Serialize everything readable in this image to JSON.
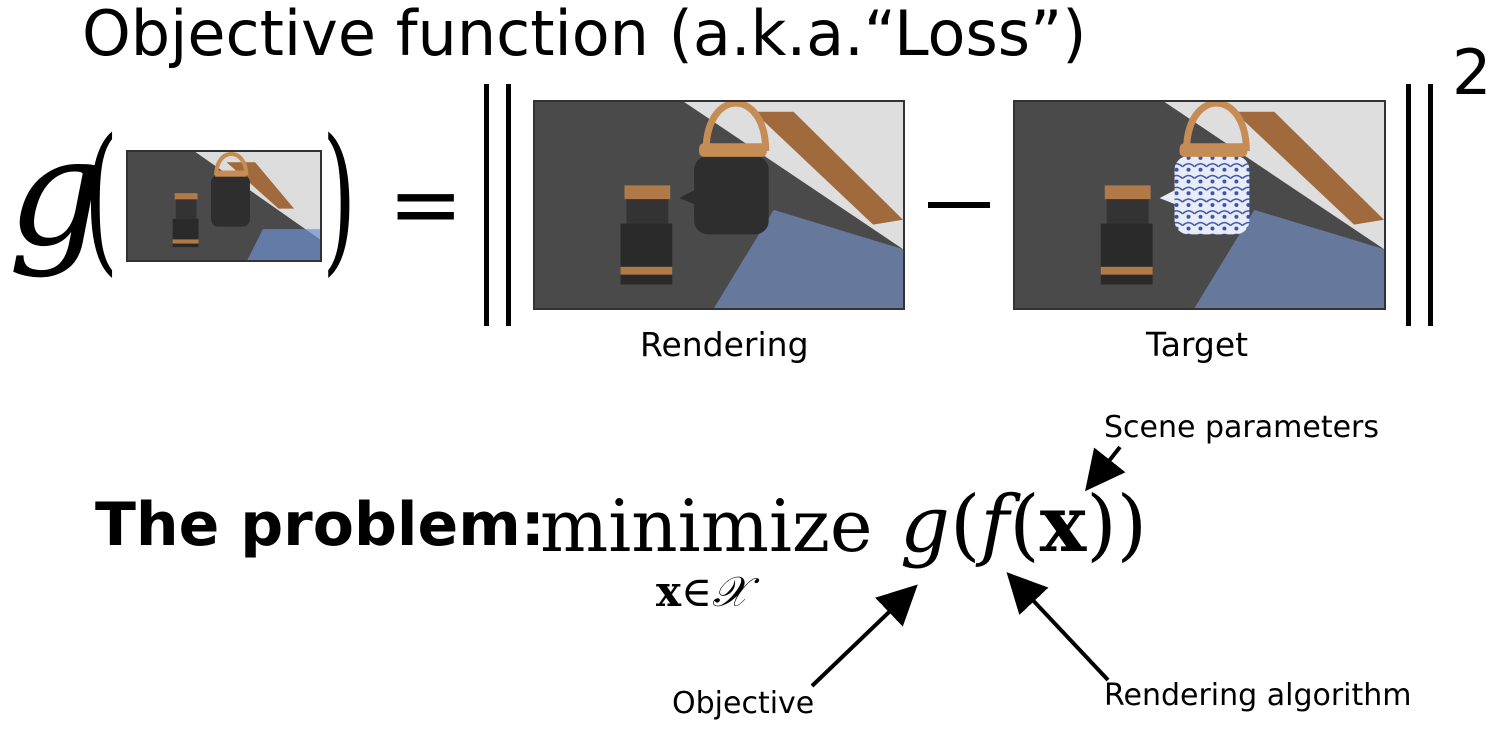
{
  "title": "Objective function (a.k.a.“Loss”)",
  "equation": {
    "g_symbol": "g",
    "left_paren": "(",
    "right_paren": ")",
    "equals": "=",
    "exponent": "2",
    "rendering_caption": "Rendering",
    "target_caption": "Target"
  },
  "problem": {
    "label": "The problem:",
    "minimize": "minimize",
    "subscript_x": "x",
    "subscript_in": "∈",
    "subscript_set": "𝒳",
    "expr_g": "g",
    "expr_f": "f",
    "expr_x": "x",
    "open_paren": "(",
    "close_paren": ")"
  },
  "annotations": {
    "scene_parameters": "Scene parameters",
    "objective": "Objective",
    "rendering_algorithm": "Rendering algorithm"
  },
  "colors": {
    "table": "#4a4a4a",
    "wall": "#dedede",
    "highlight": "#7e9fe0",
    "wood": "#b07a48",
    "pot_dark": "#2e2e2e",
    "pot_pattern": "#a9b8dc"
  },
  "images": {
    "scene_icon": "teapot-scene-image",
    "target_variant": "patterned-teapot"
  }
}
